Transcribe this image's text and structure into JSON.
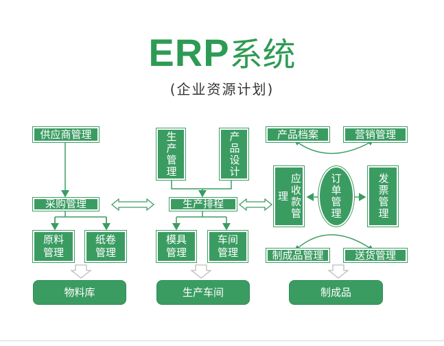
{
  "title": {
    "en": "ERP",
    "zh": "系统"
  },
  "subtitle": "(企业资源计划)",
  "left": {
    "supplier": "供应商管理",
    "purchase": "采购管理",
    "raw_material": "原料\n管理",
    "paper_roll": "纸卷\n管理",
    "warehouse": "物料库"
  },
  "middle": {
    "production_mgmt": "生产管理",
    "product_design": "产品设计",
    "scheduling": "生产排程",
    "mold": "模具\n管理",
    "workshop_mgmt": "车间\n管理",
    "workshop": "生产车间"
  },
  "right": {
    "product_archive": "产品档案",
    "marketing": "营销管理",
    "receivables": "应收款管理",
    "order": "订单管理",
    "invoice": "发票管理",
    "finished_mgmt": "制成品管理",
    "delivery": "送货管理",
    "finished": "制成品"
  },
  "colors": {
    "accent": "#3b9c62",
    "title": "#2e9b54"
  }
}
